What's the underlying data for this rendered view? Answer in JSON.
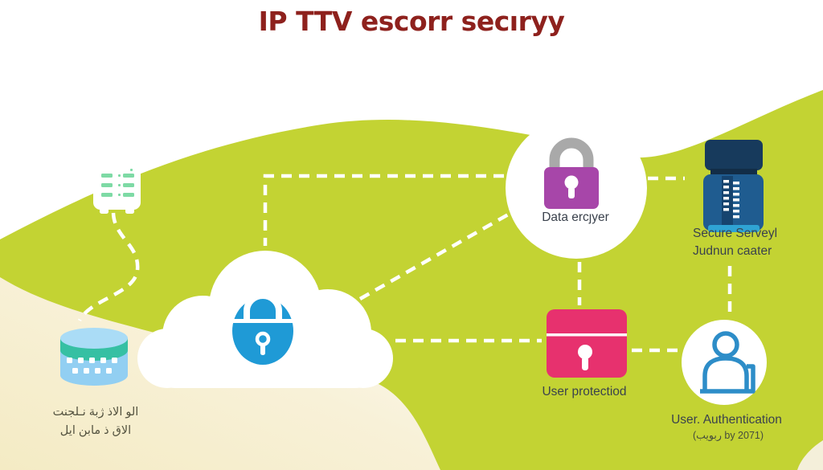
{
  "title": "IP TTV escorr secıryy",
  "colors": {
    "lime_green": "#c3d333",
    "cream": "#f4ebc4",
    "title_red": "#8e211d",
    "label_gray": "#3b424d",
    "purple_lock": "#a746a9",
    "shackle_gray": "#a9a9a9",
    "pink_lock": "#e7316e",
    "cloud_lock_blue": "#1f9ad6",
    "server_navy": "#173a5c",
    "server_body_blue": "#1f5c90",
    "server_accent_blue": "#2fa3d4",
    "database_blue": "#92cff2",
    "database_teal": "#36c0a3",
    "person_blue": "#2d8dc8",
    "rack_bar_green": "#7edaa5",
    "connector_white": "#ffffff"
  },
  "nodes": {
    "data_encryption": {
      "label": "Data ercȷyer"
    },
    "secure_server": {
      "line1": "Secure Serveyl",
      "line2": "Judnun caater"
    },
    "user_protection": {
      "label": "User protectiod"
    },
    "user_authentication": {
      "label": "User. Authentication",
      "sublabel": "(ربويب by 2071)"
    },
    "database": {
      "line1": "الو الاذ ژبة نـلجنت",
      "line2": "الاق ذ مابن ايل"
    }
  }
}
